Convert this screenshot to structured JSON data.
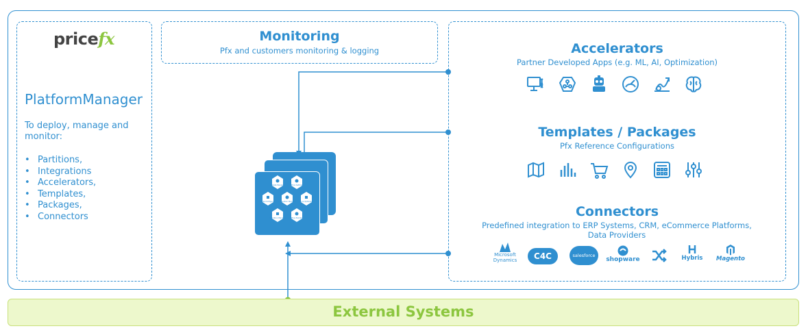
{
  "logo": {
    "text_main": "price",
    "text_fx": "fx"
  },
  "platform_manager": {
    "title": "PlatformManager",
    "description": "To deploy, manage  and monitor:",
    "items": [
      "Partitions,",
      "Integrations",
      "Accelerators,",
      "Templates,",
      "Packages,",
      "Connectors"
    ]
  },
  "monitoring": {
    "title": "Monitoring",
    "subtitle": "Pfx and customers monitoring & logging"
  },
  "accelerators": {
    "title": "Accelerators",
    "subtitle": "Partner Developed Apps (e.g. ML, AI, Optimization)",
    "icons": [
      "computer-dna-icon",
      "circuit-head-icon",
      "robot-icon",
      "gauge-icon",
      "growth-chart-icon",
      "brain-icon"
    ]
  },
  "templates": {
    "title": "Templates / Packages",
    "subtitle": "Pfx Reference Configurations",
    "icons": [
      "map-icon",
      "bar-chart-icon",
      "cart-icon",
      "location-pin-icon",
      "calculator-icon",
      "sliders-icon"
    ]
  },
  "connectors": {
    "title": "Connectors",
    "subtitle": "Predefined integration to ERP Systems, CRM, eCommerce Platforms, Data Providers",
    "logos": {
      "ms_line1": "Microsoft",
      "ms_line2": "Dynamics",
      "c4c": "C4C",
      "salesforce": "salesforce",
      "shopware": "shopware",
      "hybris": "Hybris",
      "magento": "Magento"
    }
  },
  "hex_modules": [
    "Rebate Manager",
    "Price Setting",
    "Quote Configurator",
    "Integration Manager",
    "Price Optimizer",
    "Promotion Manager",
    "Price Builder"
  ],
  "external": {
    "label": "External Systems"
  },
  "colors": {
    "accent": "#2f8fd0",
    "green": "#8cc63f",
    "external_bg": "#edf8cc"
  }
}
